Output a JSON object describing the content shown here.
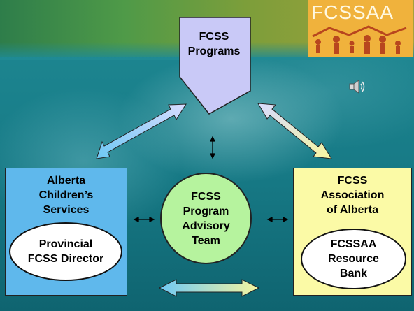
{
  "logo": {
    "text": "FCSSAA"
  },
  "programs": {
    "lines": [
      "FCSS",
      "Programs"
    ]
  },
  "left_box": {
    "title_lines": [
      "Alberta",
      "Children’s",
      "Services"
    ],
    "ellipse_lines": [
      "Provincial",
      "FCSS Director"
    ]
  },
  "center_circle": {
    "lines": [
      "FCSS",
      "Program",
      "Advisory",
      "Team"
    ]
  },
  "right_box": {
    "title_lines": [
      "FCSS",
      "Association",
      "of Alberta"
    ],
    "ellipse_lines": [
      "FCSSAA",
      "Resource",
      "Bank"
    ]
  },
  "icons": [
    "speaker-icon",
    "family-logo-icon"
  ],
  "colors": {
    "programs_fill": "#c9c9f7",
    "left_box_fill": "#5fb8ec",
    "right_box_fill": "#fbfaa6",
    "circle_fill": "#b6f39e",
    "logo_bg": "#f0b23c",
    "teal_bg": "#1f8a94"
  }
}
